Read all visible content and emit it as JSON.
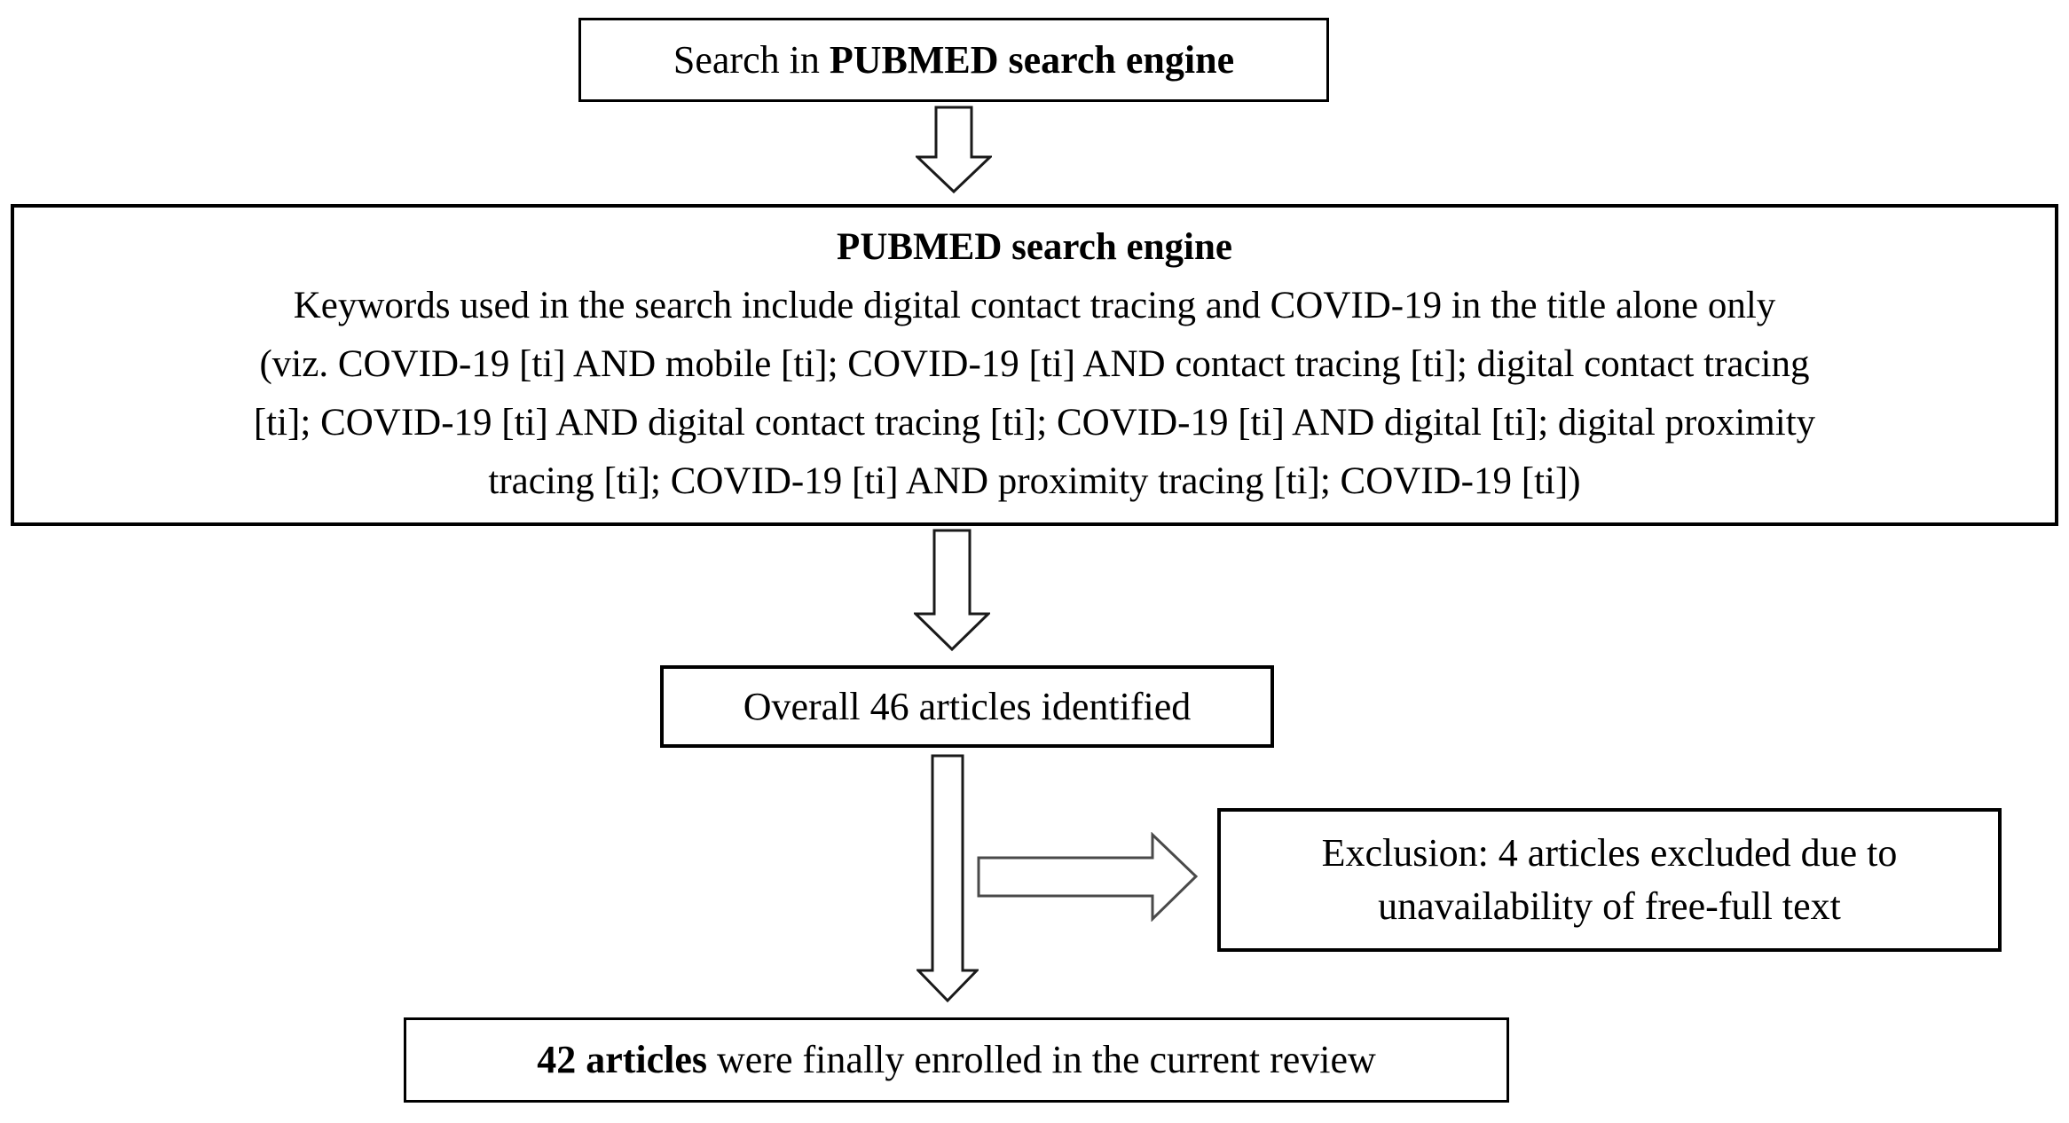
{
  "colors": {
    "background": "#ffffff",
    "box_border": "#000000",
    "text": "#000000",
    "arrow_stroke": "#1a1a1a",
    "branch_arrow_stroke": "#4a4a4a"
  },
  "icons": {
    "down_arrow": "block-outline-down-arrow",
    "right_arrow": "block-outline-right-arrow"
  },
  "flowchart": {
    "search_box": {
      "prefix": "Search in ",
      "engine_bold": "PUBMED search engine"
    },
    "pubmed_box": {
      "title": "PUBMED search engine",
      "lines": [
        "Keywords used in the search include digital contact tracing and COVID-19 in the title alone only",
        "(viz. COVID-19 [ti] AND mobile [ti]; COVID-19 [ti] AND contact tracing [ti]; digital contact tracing",
        "[ti]; COVID-19 [ti] AND digital contact tracing [ti]; COVID-19 [ti] AND digital [ti]; digital proximity",
        "tracing [ti]; COVID-19 [ti] AND proximity tracing [ti]; COVID-19 [ti])"
      ]
    },
    "identified_box": {
      "label": "Overall 46 articles identified"
    },
    "exclusion_box": {
      "line1": "Exclusion: 4 articles excluded due to",
      "line2": "unavailability of free-full text"
    },
    "final_box": {
      "count_bold": "42 articles",
      "rest": " were finally enrolled in the current review"
    }
  }
}
